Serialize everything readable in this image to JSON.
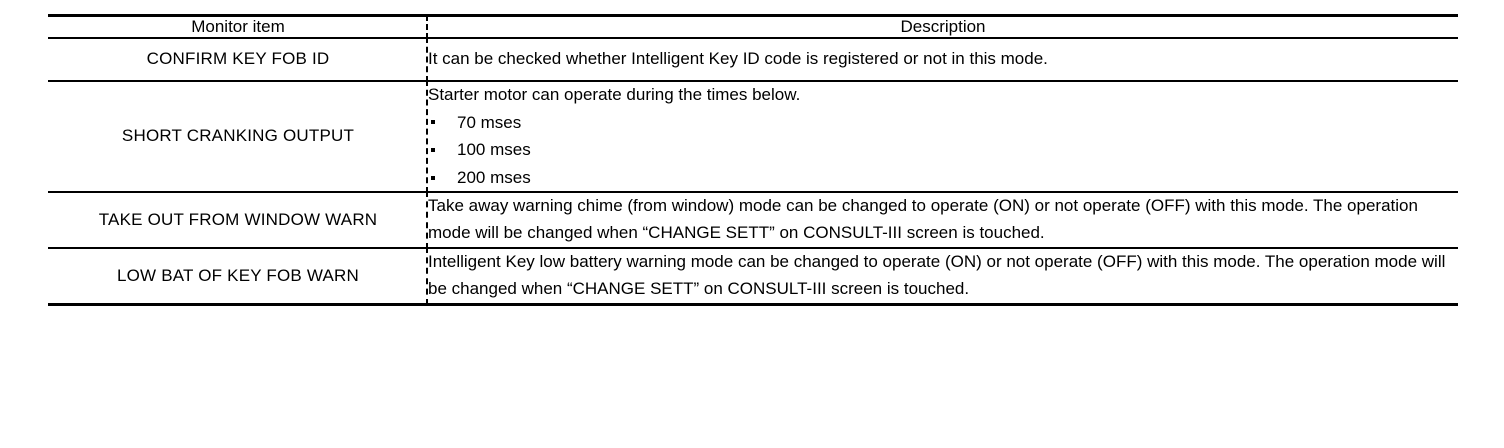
{
  "table": {
    "headers": {
      "item": "Monitor item",
      "description": "Description"
    },
    "rows": [
      {
        "item": "CONFIRM KEY FOB ID",
        "description": "It can be checked whether Intelligent Key ID code is registered or not in this mode.",
        "bullets": []
      },
      {
        "item": "SHORT CRANKING OUTPUT",
        "description": "Starter motor can operate during the times below.",
        "bullets": [
          "70 mses",
          "100 mses",
          "200 mses"
        ]
      },
      {
        "item": "TAKE OUT FROM WINDOW WARN",
        "description": "Take away warning chime (from window) mode can be changed to operate (ON) or not operate (OFF) with this mode. The operation mode will be changed when “CHANGE SETT” on CONSULT-III screen is touched.",
        "bullets": []
      },
      {
        "item": "LOW BAT OF KEY FOB WARN",
        "description": "Intelligent Key low battery warning mode can be changed to operate (ON) or not operate (OFF) with this mode. The operation mode will be changed when “CHANGE SETT” on CONSULT-III screen is touched.",
        "bullets": []
      }
    ]
  },
  "colors": {
    "text": "#000000",
    "background": "#ffffff",
    "rule": "#000000"
  }
}
